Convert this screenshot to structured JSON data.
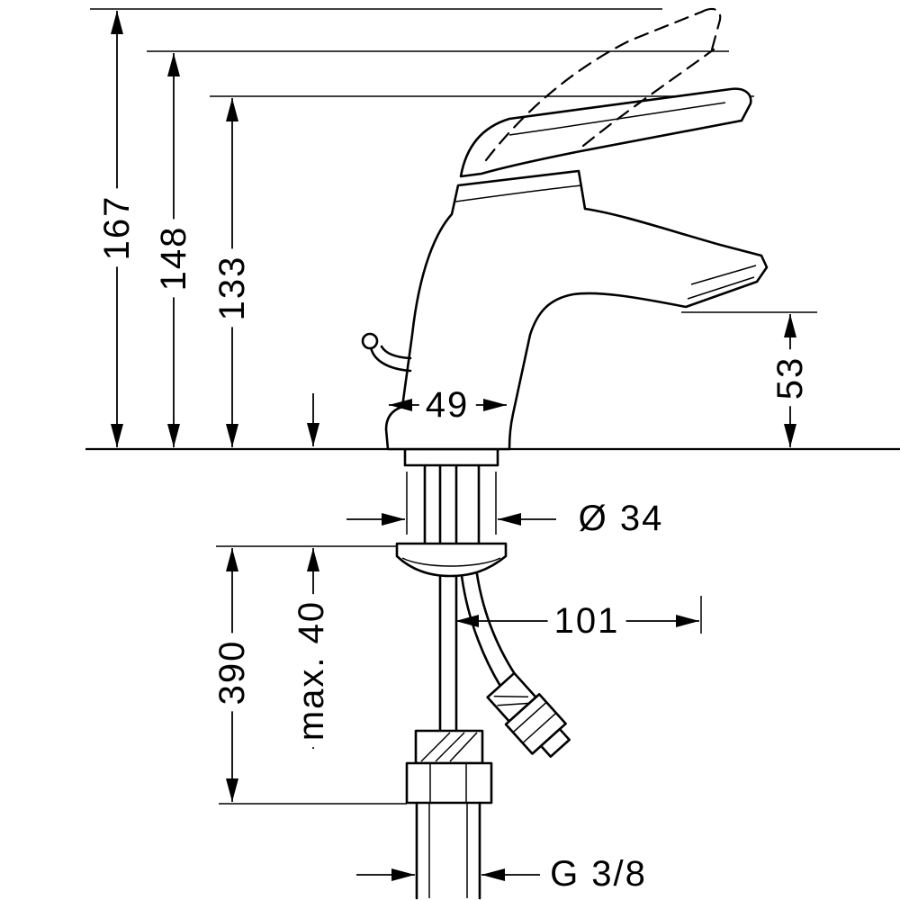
{
  "drawing": {
    "background": "#ffffff",
    "line_color": "#000000",
    "labels": {
      "height_overall": "167",
      "height_raised_lever": "148",
      "height_lever": "133",
      "spout_height": "53",
      "base_width": "49",
      "shank_diameter": "Ø 34",
      "hose_offset": "101",
      "hose_length": "390",
      "max_mounting_thickness": "max. 40",
      "connection_thread": "G 3/8"
    }
  }
}
